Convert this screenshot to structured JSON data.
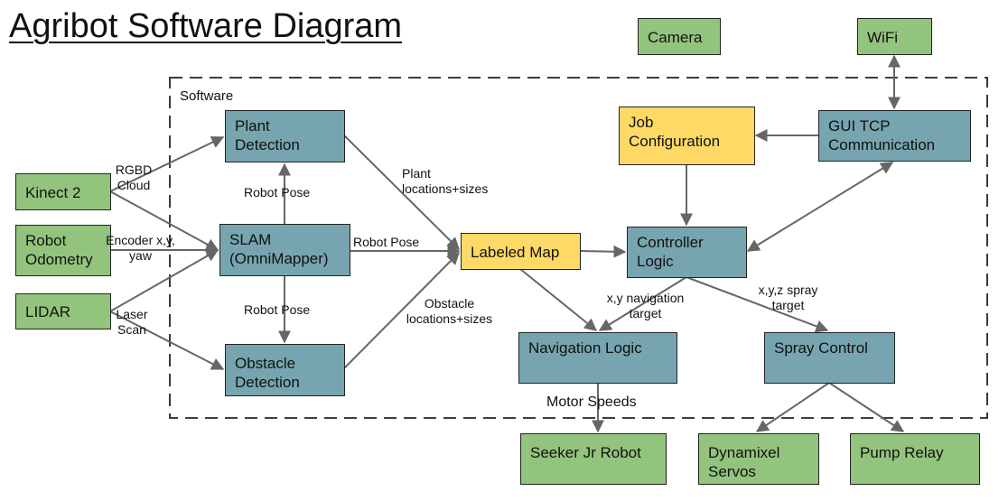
{
  "title": "Agribot Software Diagram",
  "software_group_label": "Software",
  "colors": {
    "input_hardware": "#93c47d",
    "software_module": "#76a5af",
    "data_store": "#ffd966",
    "arrow": "#666666"
  },
  "nodes": {
    "kinect": {
      "label": "Kinect 2"
    },
    "odometry": {
      "label": "Robot Odometry"
    },
    "lidar": {
      "label": "LIDAR"
    },
    "plant_detection": {
      "label": "Plant Detection"
    },
    "slam": {
      "label": "SLAM (OmniMapper)"
    },
    "obstacle_detection": {
      "label": "Obstacle Detection"
    },
    "labeled_map": {
      "label": "Labeled Map"
    },
    "controller_logic": {
      "label": "Controller Logic"
    },
    "job_configuration": {
      "label": "Job Configuration"
    },
    "gui_tcp": {
      "label": "GUI TCP Communication"
    },
    "camera": {
      "label": "Camera"
    },
    "wifi": {
      "label": "WiFi"
    },
    "navigation_logic": {
      "label": "Navigation Logic"
    },
    "spray_control": {
      "label": "Spray Control"
    },
    "seeker": {
      "label": "Seeker Jr Robot"
    },
    "dynamixel": {
      "label": "Dynamixel Servos"
    },
    "pump_relay": {
      "label": "Pump Relay"
    }
  },
  "edge_labels": {
    "rgbd_cloud": "RGBD Cloud",
    "encoder": "Encoder x,y, yaw",
    "laser_scan": "Laser Scan",
    "robot_pose_up": "Robot Pose",
    "robot_pose_right": "Robot Pose",
    "robot_pose_down": "Robot Pose",
    "plant_locations": "Plant locations+sizes",
    "obstacle_locations": "Obstacle locations+sizes",
    "nav_target": "x,y navigation target",
    "spray_target": "x,y,z spray target",
    "motor_speeds": "Motor Speeds"
  },
  "edges": [
    {
      "from": "kinect",
      "to": "plant_detection",
      "label": "RGBD Cloud"
    },
    {
      "from": "kinect",
      "to": "slam"
    },
    {
      "from": "odometry",
      "to": "slam",
      "label": "Encoder x,y, yaw"
    },
    {
      "from": "lidar",
      "to": "slam"
    },
    {
      "from": "lidar",
      "to": "obstacle_detection",
      "label": "Laser Scan"
    },
    {
      "from": "slam",
      "to": "plant_detection",
      "label": "Robot Pose"
    },
    {
      "from": "slam",
      "to": "obstacle_detection",
      "label": "Robot Pose"
    },
    {
      "from": "slam",
      "to": "labeled_map",
      "label": "Robot Pose"
    },
    {
      "from": "plant_detection",
      "to": "labeled_map",
      "label": "Plant locations+sizes"
    },
    {
      "from": "obstacle_detection",
      "to": "labeled_map",
      "label": "Obstacle locations+sizes"
    },
    {
      "from": "labeled_map",
      "to": "controller_logic"
    },
    {
      "from": "labeled_map",
      "to": "navigation_logic"
    },
    {
      "from": "job_configuration",
      "to": "controller_logic"
    },
    {
      "from": "gui_tcp",
      "to": "job_configuration"
    },
    {
      "from": "gui_tcp",
      "to": "controller_logic",
      "bidirectional": true
    },
    {
      "from": "wifi",
      "to": "gui_tcp",
      "bidirectional": true
    },
    {
      "from": "controller_logic",
      "to": "navigation_logic",
      "label": "x,y navigation target"
    },
    {
      "from": "controller_logic",
      "to": "spray_control",
      "label": "x,y,z spray target"
    },
    {
      "from": "navigation_logic",
      "to": "seeker",
      "label": "Motor Speeds"
    },
    {
      "from": "spray_control",
      "to": "dynamixel"
    },
    {
      "from": "spray_control",
      "to": "pump_relay"
    }
  ]
}
